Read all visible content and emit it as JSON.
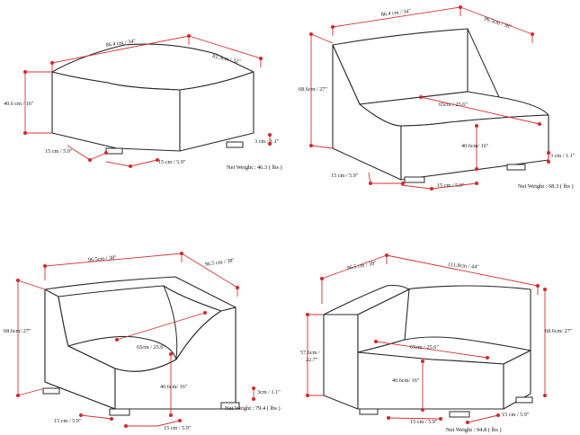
{
  "panels": [
    {
      "id": "ottoman",
      "width_label": "86.4 cm / 34\"",
      "depth_label": "81.3cm / 32\"",
      "height_label": "40.6 cm / 16\"",
      "leg_width_label": "15 cm / 5.9\"",
      "leg_depth_label": "15 cm / 5.9\"",
      "leg_height_label": "3 cm / 1.1\"",
      "weight_label": "Net Weight : 46.3 ( lbs )"
    },
    {
      "id": "armless-chair",
      "width_label": "86.4 cm / 34\"",
      "depth_label": "96.5cm / 38\"",
      "height_label": "68.6cm / 27\"",
      "seat_depth_label": "65cm / 25.6\"",
      "seat_height_label": "40.6cm/ 16\"",
      "leg_width_label": "15 cm / 5.9\"",
      "leg_depth_label": "15 cm / 5.9\"",
      "leg_height_label": "3 cm / 1.1\"",
      "weight_label": "Net Weight : 68.3 ( lbs )"
    },
    {
      "id": "corner-chair",
      "width_label": "96.5cm / 38\"",
      "depth_label": "96.5 cm / 38\"",
      "height_label": "68.6cm/ 27\"",
      "seat_depth_label": "65cm / 25.6\"",
      "seat_height_label": "40.6cm/ 16\"",
      "leg_width_label": "15 cm / 5.9\"",
      "leg_depth_label": "15 cm / 5.9\"",
      "leg_height_label": "3cm / 1.1\"",
      "weight_label": "Net Weight : 79.4 ( lbs )"
    },
    {
      "id": "arm-chair",
      "width_label": "111.8cm / 44\"",
      "depth_label": "96.5 cm / 38\"",
      "height_label": "68.6cm/ 27\"",
      "arm_height_label_1": "57.6cm /",
      "arm_height_label_2": "22.7\"",
      "seat_depth_label": "65cm / 25.6\"",
      "seat_height_label": "40.6cm/ 16\"",
      "leg_width_label": "15 cm / 5.9\"",
      "leg_depth_label": "15 cm / 5.9\"",
      "weight_label": "Net Weight : 94.8 ( lbs )"
    }
  ]
}
